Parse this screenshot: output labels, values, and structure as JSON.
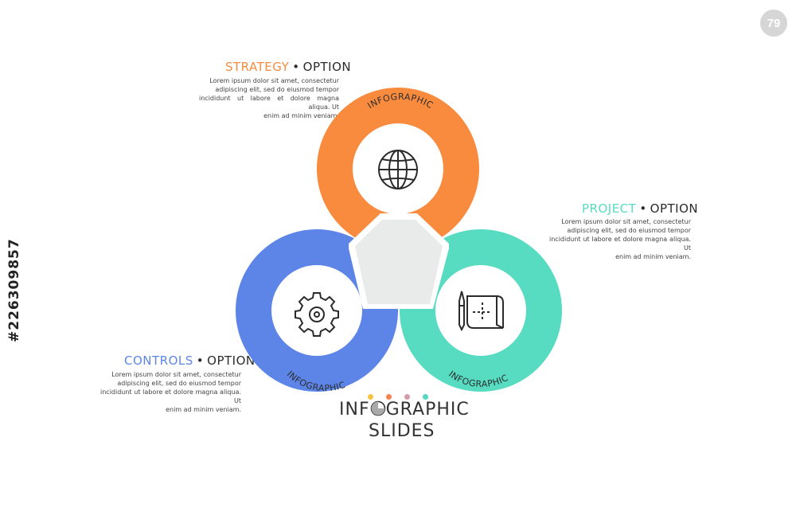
{
  "badge": "79",
  "stock_id": "#226309857",
  "title_line1": "INF",
  "title_line1_rest": "GRAPHIC",
  "title_line2": "SLIDES",
  "ring_label": "INFOGRAPHIC",
  "colors": {
    "orange": "#f98b3f",
    "blue": "#5d85e8",
    "teal": "#57dcc2",
    "triangle": "#e9ebeb",
    "dot1": "#f9c43d",
    "dot2": "#f9814b",
    "dot3": "#d89aa8",
    "dot4": "#55d8c3"
  },
  "sections": {
    "strategy": {
      "title": "STRATEGY",
      "option": "OPTION",
      "icon": "globe-icon",
      "lines": [
        "Lorem ipsum dolor sit amet, consectetur",
        "adipiscing elit, sed do eiusmod tempor",
        "incididunt ut labore et dolore magna aliqua. Ut",
        "enim ad minim veniam."
      ]
    },
    "project": {
      "title": "PROJECT",
      "option": "OPTION",
      "icon": "blueprint-icon",
      "lines": [
        "Lorem ipsum dolor sit amet, consectetur",
        "adipiscing elit, sed do eiusmod tempor",
        "incididunt ut labore et dolore magna aliqua. Ut",
        "enim ad minim veniam."
      ]
    },
    "controls": {
      "title": "CONTROLS",
      "option": "OPTION",
      "icon": "gear-icon",
      "lines": [
        "Lorem ipsum dolor sit amet, consectetur",
        "adipiscing elit, sed do eiusmod tempor",
        "incididunt ut labore et dolore magna aliqua. Ut",
        "enim ad minim veniam."
      ]
    }
  }
}
